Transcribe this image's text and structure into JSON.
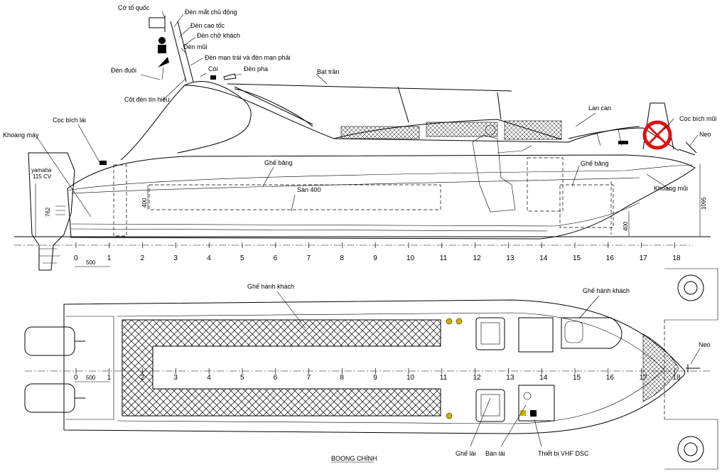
{
  "labels": {
    "co_to_quoc": "Cờ tổ quốc",
    "den_mat_chu_dong": "Đèn mất chủ động",
    "den_cao_toc": "Đèn cao tốc",
    "den_cho_khach": "Đèn chở khách",
    "den_mui": "Đèn mũi",
    "den_man": "Đèn mạn trái và đèn mạn phải",
    "den_duoi": "Đèn đuôi",
    "coi": "Còi",
    "den_pha": "Đèn pha",
    "bat_tran": "Bạt trần",
    "cot_den": "Cột đèn tín hiệu",
    "coc_bich_lai": "Cọc bích lái",
    "khoang_may": "Khoang máy",
    "yamaha": "yamaha",
    "cv": "115 CV",
    "ghe_bang_1": "Ghế băng",
    "ghe_bang_2": "Ghế băng",
    "san": "Sàn 400",
    "lan_can": "Lan can",
    "coc_bich_mui": "Cọc bích mũi",
    "neo_top": "Neo",
    "khoang_mui": "Khoang mũi",
    "ghe_hanh_khach_1": "Ghế hành khách",
    "ghe_hanh_khach_2": "Ghế hành khách",
    "neo_bottom": "Neo",
    "ghe_lai": "Ghế lái",
    "ban_lai": "Bàn lái",
    "vhf": "Thiết bị VHF DSC",
    "boong": "BOONG CHÍNH"
  },
  "dimensions": {
    "d762": "762",
    "d400a": "400",
    "d400b": "400",
    "d1095": "1095",
    "d500a": "500",
    "d500b": "500"
  },
  "frame_numbers_top": [
    "0",
    "1",
    "2",
    "3",
    "4",
    "5",
    "6",
    "7",
    "8",
    "9",
    "10",
    "11",
    "12",
    "13",
    "14",
    "15",
    "16",
    "17",
    "18"
  ],
  "frame_numbers_bottom": [
    "0",
    "1",
    "2",
    "3",
    "4",
    "5",
    "6",
    "7",
    "8",
    "9",
    "10",
    "11",
    "12",
    "13",
    "14",
    "15",
    "16",
    "17",
    "18"
  ],
  "colors": {
    "lifebuoy": "#e01010",
    "fitting": "#c8b400"
  }
}
